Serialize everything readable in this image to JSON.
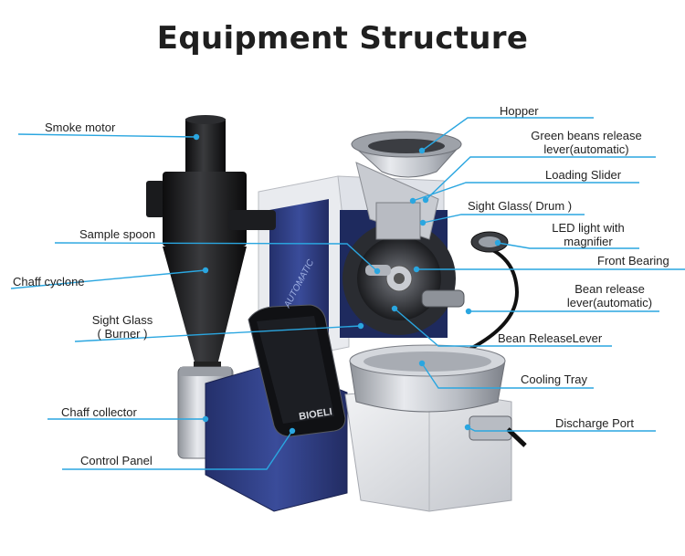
{
  "title": "Equipment Structure",
  "colors": {
    "leader_line": "#2aa6e0",
    "machine_blue": "#2f3f86",
    "steel": "#c9ccd2"
  },
  "labels": {
    "smoke_motor": "Smoke motor",
    "sample_spoon": "Sample spoon",
    "chaff_cyclone": "Chaff cyclone",
    "sight_glass_burner_1": "Sight Glass",
    "sight_glass_burner_2": "( Burner )",
    "chaff_collector": "Chaff collector",
    "control_panel": "Control Panel",
    "hopper": "Hopper",
    "green_beans_release_1": "Green beans release",
    "green_beans_release_2": "lever(automatic)",
    "loading_slider": "Loading Slider",
    "sight_glass_drum": "Sight Glass( Drum )",
    "led_light_1": "LED light with",
    "led_light_2": "magnifier",
    "front_bearing": "Front Bearing",
    "bean_release_1": "Bean release",
    "bean_release_2": "lever(automatic)",
    "bean_release_lever": "Bean ReleaseLever",
    "cooling_tray": "Cooling Tray",
    "discharge_port": "Discharge Port"
  },
  "machine_text": {
    "brand": "BIOELI",
    "side_text": "AUTOMATIC"
  }
}
